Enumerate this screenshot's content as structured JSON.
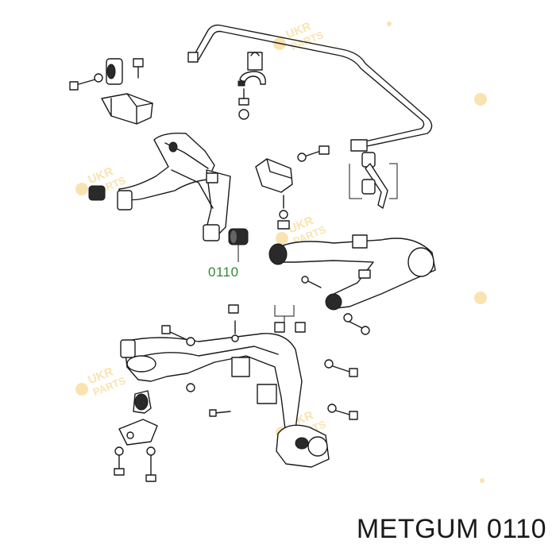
{
  "part_label": "0110",
  "caption": "METGUM 0110",
  "watermark": {
    "line1": "UKR",
    "line2": "PARTS",
    "color": "#f2c14e"
  },
  "colors": {
    "line": "#1a1a1a",
    "label": "#2e8b2e"
  }
}
